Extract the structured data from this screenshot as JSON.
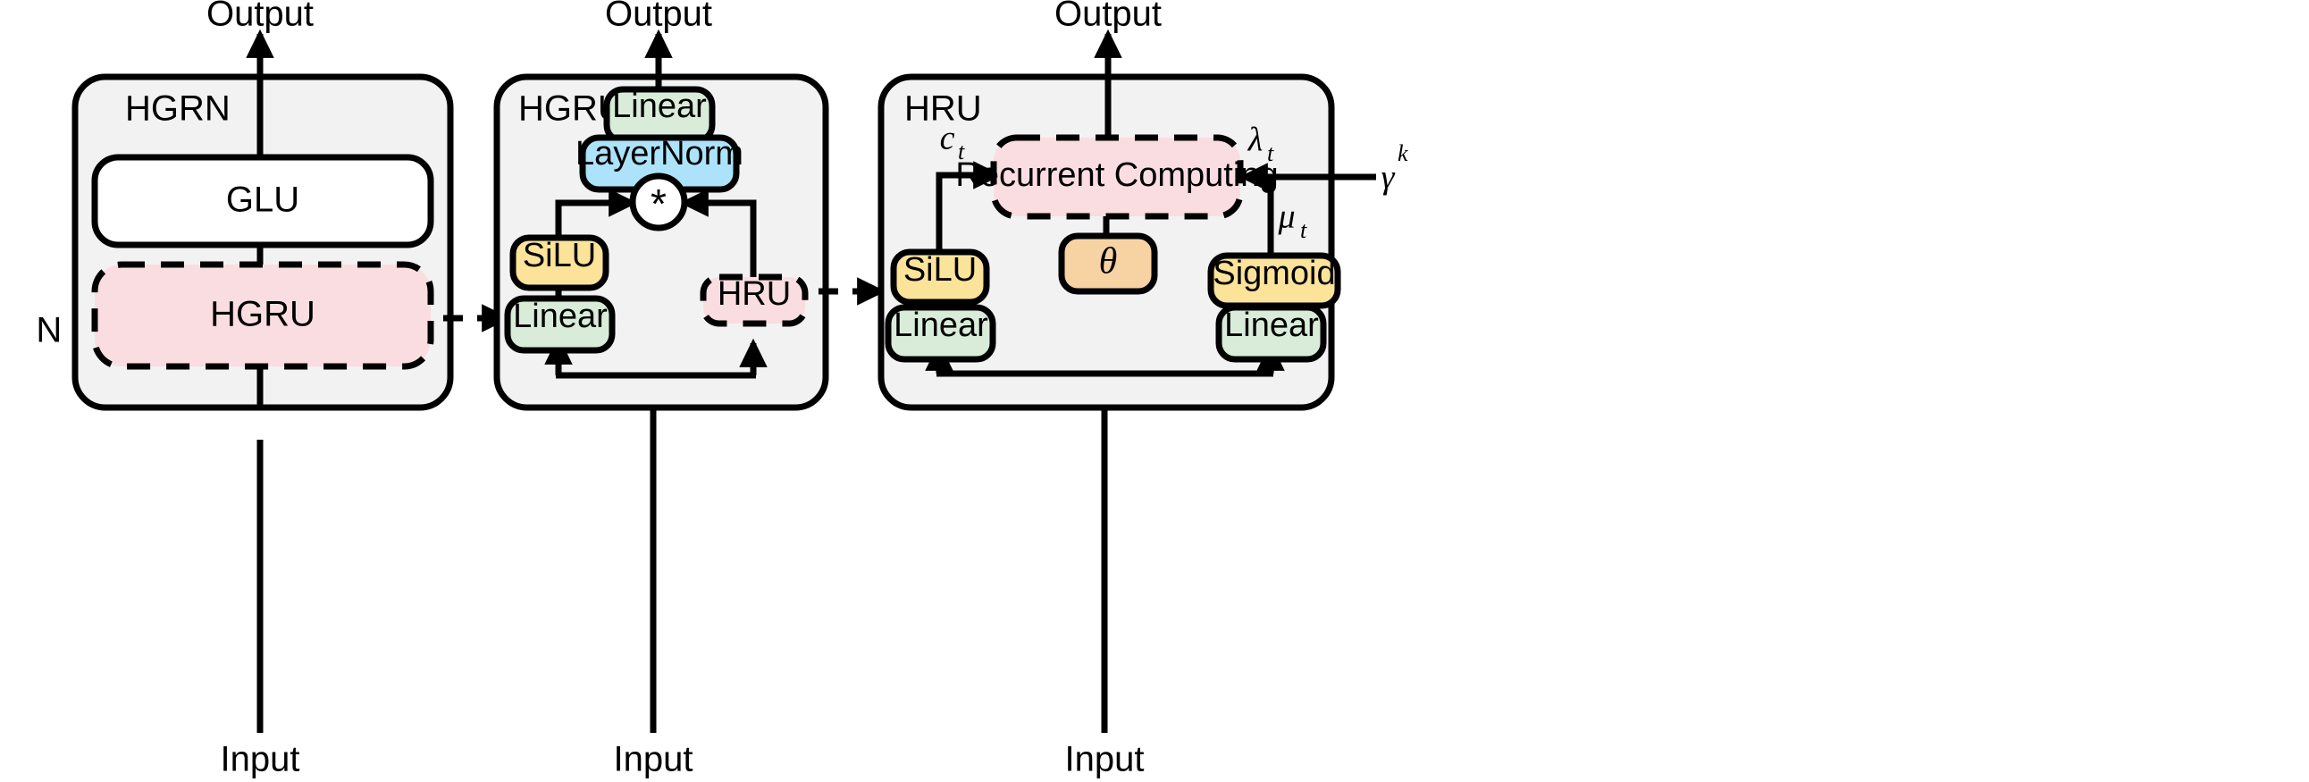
{
  "figure": {
    "caption": "HGRN / HGRU / HRU architecture",
    "colors": {
      "panel_fill": "#f2f2f2",
      "stroke": "#000000",
      "linear_green": "#d9ecd9",
      "layernorm_blue": "#ade3fa",
      "activation_yellow": "#fbe39a",
      "theta_orange": "#f7d3a4",
      "recurrent_pink": "#fadde1",
      "glu_white": "#ffffff"
    }
  },
  "panels": [
    {
      "id": "hgrn",
      "title": "HGRN",
      "repeat_label": "N ×",
      "input_label": "Input",
      "output_label": "Output",
      "blocks": [
        {
          "id": "glu",
          "label": "GLU",
          "style": "solid",
          "fill": "#ffffff"
        },
        {
          "id": "hgru",
          "label": "HGRU",
          "style": "dashed",
          "fill": "#fadde1"
        }
      ]
    },
    {
      "id": "hgru",
      "title": "HGRU",
      "input_label": "Input",
      "output_label": "Output",
      "operator": "*",
      "blocks": [
        {
          "id": "linear-top",
          "label": "Linear",
          "style": "solid",
          "fill": "#d9ecd9"
        },
        {
          "id": "layernorm",
          "label": "LayerNorm",
          "style": "solid",
          "fill": "#ade3fa"
        },
        {
          "id": "silu",
          "label": "SiLU",
          "style": "solid",
          "fill": "#fbe39a"
        },
        {
          "id": "linear-left",
          "label": "Linear",
          "style": "solid",
          "fill": "#d9ecd9"
        },
        {
          "id": "hru",
          "label": "HRU",
          "style": "dashed",
          "fill": "#fadde1"
        }
      ]
    },
    {
      "id": "hru",
      "title": "HRU",
      "input_label": "Input",
      "output_label": "Output",
      "blocks": [
        {
          "id": "recurrent-computing",
          "label": "Recurrent Computing",
          "style": "dashed",
          "fill": "#fadde1"
        },
        {
          "id": "theta",
          "label": "θ",
          "style": "solid",
          "fill": "#f7d3a4"
        },
        {
          "id": "silu",
          "label": "SiLU",
          "style": "solid",
          "fill": "#fbe39a"
        },
        {
          "id": "linear-left",
          "label": "Linear",
          "style": "solid",
          "fill": "#d9ecd9"
        },
        {
          "id": "sigmoid",
          "label": "Sigmoid",
          "style": "solid",
          "fill": "#fbe39a"
        },
        {
          "id": "linear-right",
          "label": "Linear",
          "style": "solid",
          "fill": "#d9ecd9"
        }
      ],
      "signals": [
        {
          "id": "c",
          "base": "c",
          "sub": "t",
          "sup": ""
        },
        {
          "id": "lambda",
          "base": "λ",
          "sub": "t",
          "sup": ""
        },
        {
          "id": "mu",
          "base": "μ",
          "sub": "t",
          "sup": ""
        },
        {
          "id": "gamma",
          "base": "γ",
          "sub": "",
          "sup": "k"
        }
      ]
    }
  ],
  "connectors": [
    {
      "id": "hgrn-to-hgru",
      "style": "dashed",
      "direction": "right"
    },
    {
      "id": "hgru-to-hru",
      "style": "dashed",
      "direction": "right"
    }
  ]
}
